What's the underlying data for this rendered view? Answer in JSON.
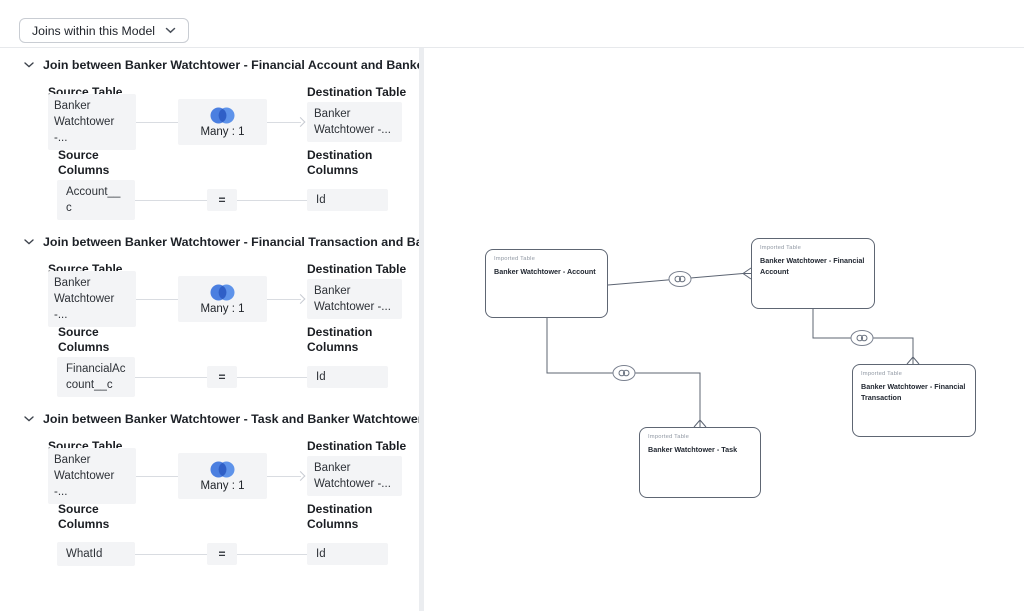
{
  "toolbar": {
    "joins_filter_label": "Joins within this Model"
  },
  "panel": {
    "sections": [
      {
        "title": "Join between Banker Watchtower - Financial Account and Banker Watcht...",
        "labels": {
          "source_table": "Source Table",
          "destination_table": "Destination Table",
          "source_columns": "Source Columns",
          "destination_columns": "Destination Columns"
        },
        "source_table": "Banker Watchtower -...",
        "destination_table": "Banker Watchtower -...",
        "cardinality": "Many : 1",
        "source_column": "Account__c",
        "operator": "=",
        "destination_column": "Id"
      },
      {
        "title": "Join between Banker Watchtower - Financial Transaction and Banker Wat...",
        "labels": {
          "source_table": "Source Table",
          "destination_table": "Destination Table",
          "source_columns": "Source Columns",
          "destination_columns": "Destination Columns"
        },
        "source_table": "Banker Watchtower -...",
        "destination_table": "Banker Watchtower -...",
        "cardinality": "Many : 1",
        "source_column": "FinancialAccount__c",
        "operator": "=",
        "destination_column": "Id"
      },
      {
        "title": "Join between Banker Watchtower - Task and Banker Watchtower - Account",
        "labels": {
          "source_table": "Source Table",
          "destination_table": "Destination Table",
          "source_columns": "Source Columns",
          "destination_columns": "Destination Columns"
        },
        "source_table": "Banker Watchtower -...",
        "destination_table": "Banker Watchtower -...",
        "cardinality": "Many : 1",
        "source_column": "WhatId",
        "operator": "=",
        "destination_column": "Id"
      }
    ]
  },
  "diagram": {
    "node_type_label": "Imported Table",
    "nodes": [
      {
        "title": "Banker Watchtower - Account"
      },
      {
        "title": "Banker Watchtower - Financial Account"
      },
      {
        "title": "Banker Watchtower - Financial Transaction"
      },
      {
        "title": "Banker Watchtower - Task"
      }
    ],
    "edge_cardinality": "many-to-one"
  },
  "colors": {
    "venn_left": "#4b7fe0",
    "venn_right": "#5e93ea",
    "venn_overlap": "#2f5fc7",
    "chip_bg": "#f3f4f6",
    "edge_stroke": "#5c6472",
    "panel_line": "#d9dce1"
  }
}
